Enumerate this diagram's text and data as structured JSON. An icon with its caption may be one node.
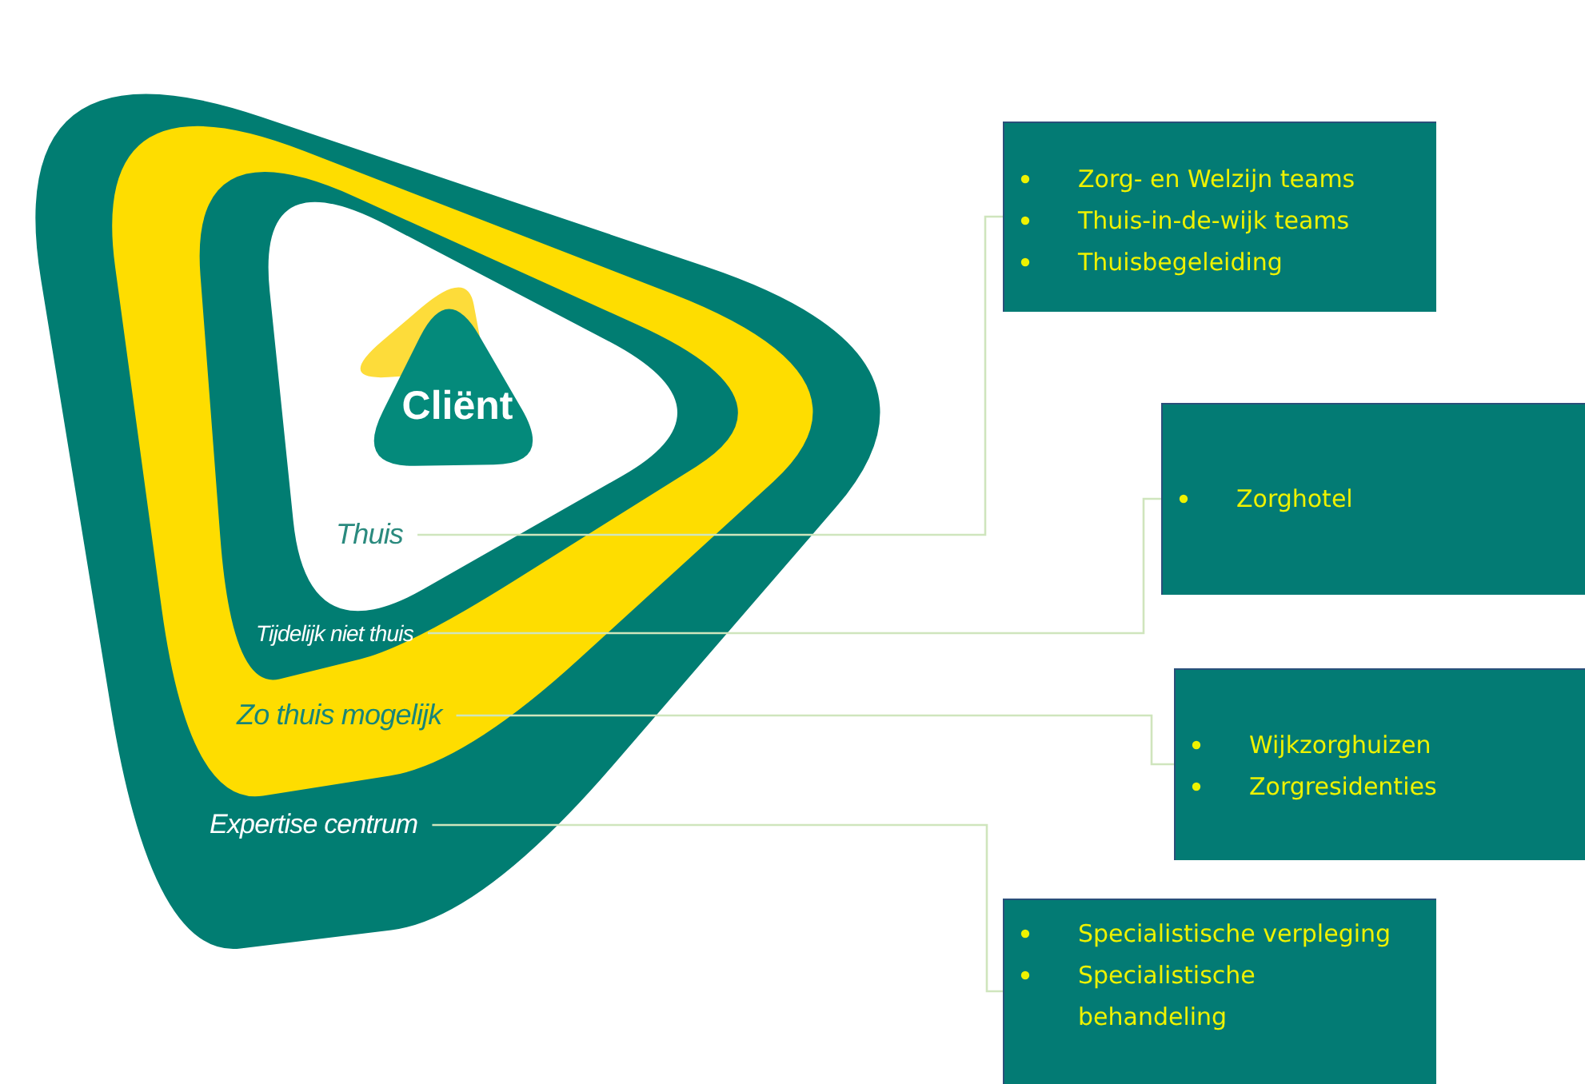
{
  "diagram": {
    "nodes": [
      {
        "text": [
          "Cliënt"
        ]
      },
      {
        "text": [
          "Thuis"
        ]
      },
      {
        "text": [
          "Tijdelijk niet thuis"
        ]
      },
      {
        "text": [
          "Zo thuis mogelijk"
        ]
      },
      {
        "text": [
          "Expertise centrum"
        ]
      },
      {
        "text": [
          "Zorg- en Welzijn teams",
          "Thuis-in-de-wijk teams",
          "Thuisbegeleiding"
        ]
      },
      {
        "text": [
          "Zorghotel"
        ]
      },
      {
        "text": [
          "Wijkzorghuizen",
          "Zorgresidenties"
        ]
      },
      {
        "text": [
          "Specialistische verpleging",
          "Specialistische behandeling"
        ]
      }
    ],
    "edges": [
      {
        "from": 1,
        "to": 5,
        "arrow": "none"
      },
      {
        "from": 2,
        "to": 6,
        "arrow": "none"
      },
      {
        "from": 3,
        "to": 7,
        "arrow": "none"
      },
      {
        "from": 4,
        "to": 8,
        "arrow": "none"
      }
    ]
  }
}
